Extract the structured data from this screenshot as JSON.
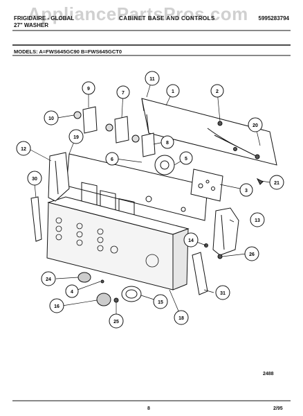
{
  "header": {
    "brand": "FRIGIDAIRE - GLOBAL",
    "product": "27\" WASHER",
    "section_title": "CABINET BASE AND CONTROLS",
    "part_number": "5995283794",
    "models_line": "MODELS:   A=FWS645GC90   B=FWS645GCT0"
  },
  "watermark": "AppliancePartsPros.com",
  "footer": {
    "diagram_code": "2488",
    "page_number": "8",
    "date": "2/95"
  },
  "callouts": [
    {
      "label": "1"
    },
    {
      "label": "2"
    },
    {
      "label": "3"
    },
    {
      "label": "4"
    },
    {
      "label": "5"
    },
    {
      "label": "6"
    },
    {
      "label": "7"
    },
    {
      "label": "8"
    },
    {
      "label": "9"
    },
    {
      "label": "10"
    },
    {
      "label": "11"
    },
    {
      "label": "12"
    },
    {
      "label": "13"
    },
    {
      "label": "14"
    },
    {
      "label": "15"
    },
    {
      "label": "16"
    },
    {
      "label": "18"
    },
    {
      "label": "19"
    },
    {
      "label": "20"
    },
    {
      "label": "21"
    },
    {
      "label": "24"
    },
    {
      "label": "25"
    },
    {
      "label": "26"
    },
    {
      "label": "30"
    },
    {
      "label": "31"
    }
  ]
}
